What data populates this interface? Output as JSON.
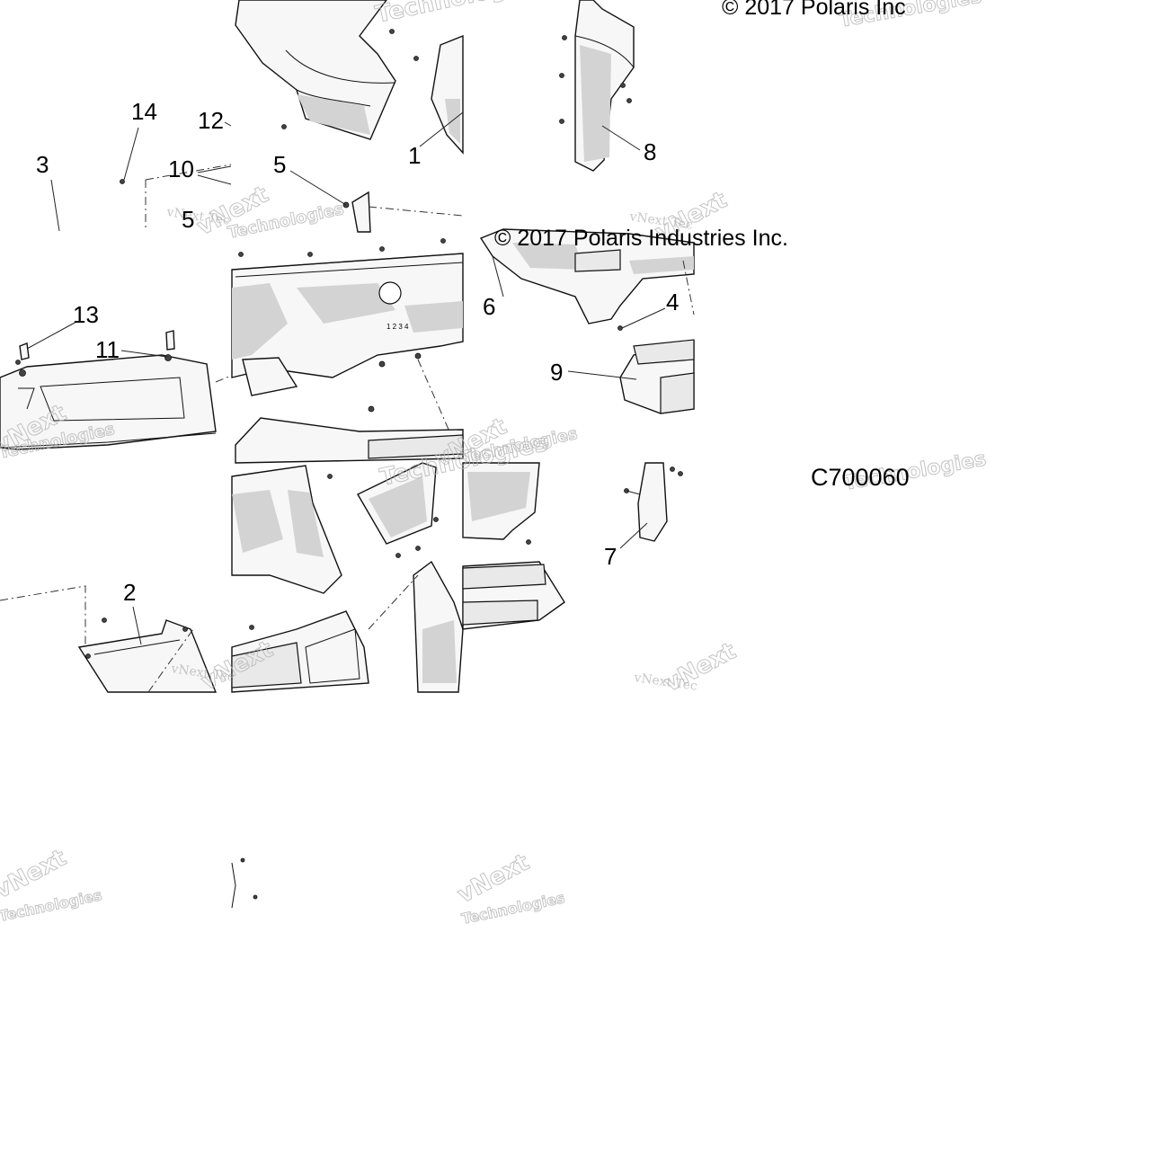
{
  "copyright_texts": [
    "© 2017 Polaris Inc",
    "© 2017 Polaris Industries Inc."
  ],
  "figure_code": "C700060",
  "callouts": [
    "1",
    "2",
    "3",
    "4",
    "5",
    "5",
    "6",
    "7",
    "8",
    "9",
    "10",
    "11",
    "12",
    "13",
    "14"
  ],
  "watermark": {
    "script_text": "vNext Tec",
    "brand_text": "vNext",
    "sub_text": "Technologies"
  }
}
